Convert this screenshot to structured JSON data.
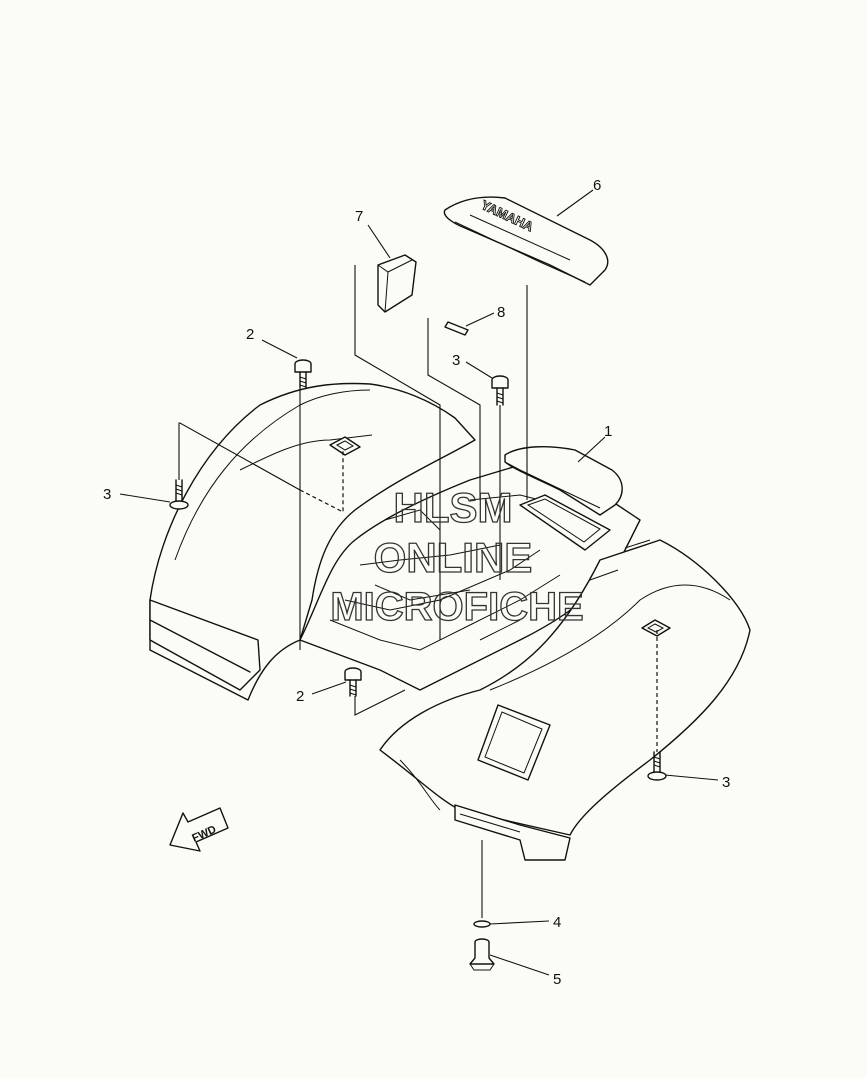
{
  "callouts": [
    {
      "id": "c1",
      "label": "1"
    },
    {
      "id": "c2a",
      "label": "2"
    },
    {
      "id": "c2b",
      "label": "2"
    },
    {
      "id": "c3a",
      "label": "3"
    },
    {
      "id": "c3b",
      "label": "3"
    },
    {
      "id": "c3c",
      "label": "3"
    },
    {
      "id": "c4",
      "label": "4"
    },
    {
      "id": "c5",
      "label": "5"
    },
    {
      "id": "c6",
      "label": "6"
    },
    {
      "id": "c7",
      "label": "7"
    },
    {
      "id": "c8",
      "label": "8"
    }
  ],
  "direction_marker": {
    "label": "FWD"
  },
  "part_logo": {
    "text": "YAMAHA"
  },
  "watermark": {
    "line1": "HLSM",
    "line2": "ONLINE",
    "line3": "MICROFICHE"
  }
}
